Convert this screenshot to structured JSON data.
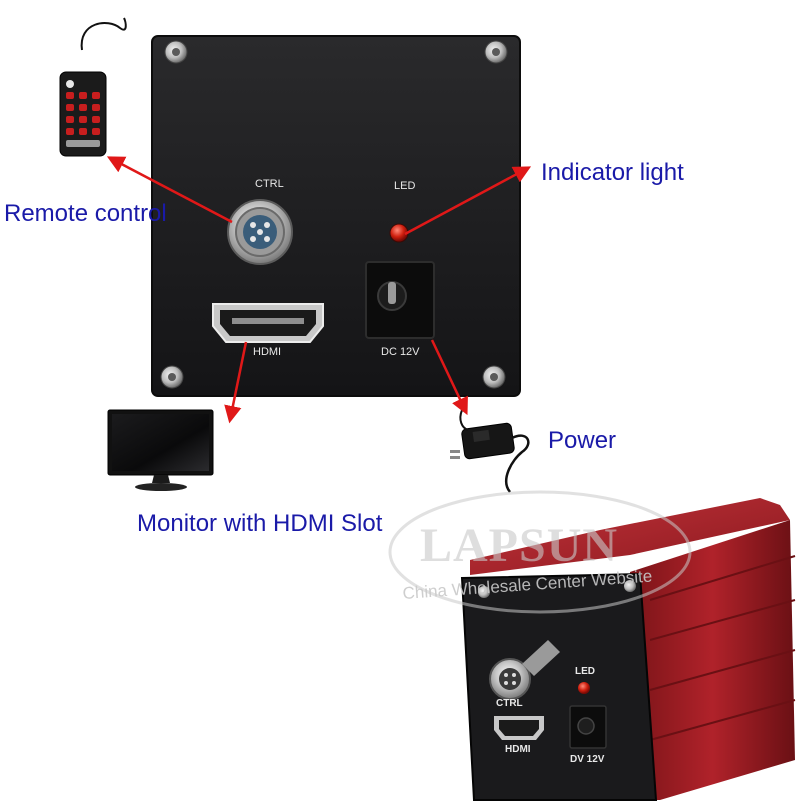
{
  "panel": {
    "ctrl_label": "CTRL",
    "led_label": "LED",
    "hdmi_label": "HDMI",
    "dc_label": "DC 12V"
  },
  "callouts": {
    "remote": "Remote control",
    "indicator": "Indicator light",
    "power": "Power",
    "monitor": "Monitor with HDMI Slot"
  },
  "watermark": {
    "brand": "LAPSUN",
    "tagline": "China Wholesale Center Website"
  },
  "camera": {
    "ctrl_label": "CTRL",
    "led_label": "LED",
    "hdmi_label": "HDMI",
    "dc_label": "DV 12V"
  },
  "colors": {
    "arrow": "#e01818",
    "label": "#1a1aa8",
    "panel": "#1e1e20",
    "camera_body": "#9c1c22"
  },
  "icons": [
    "remote-control-icon",
    "monitor-icon",
    "power-adapter-icon",
    "camera-icon"
  ]
}
